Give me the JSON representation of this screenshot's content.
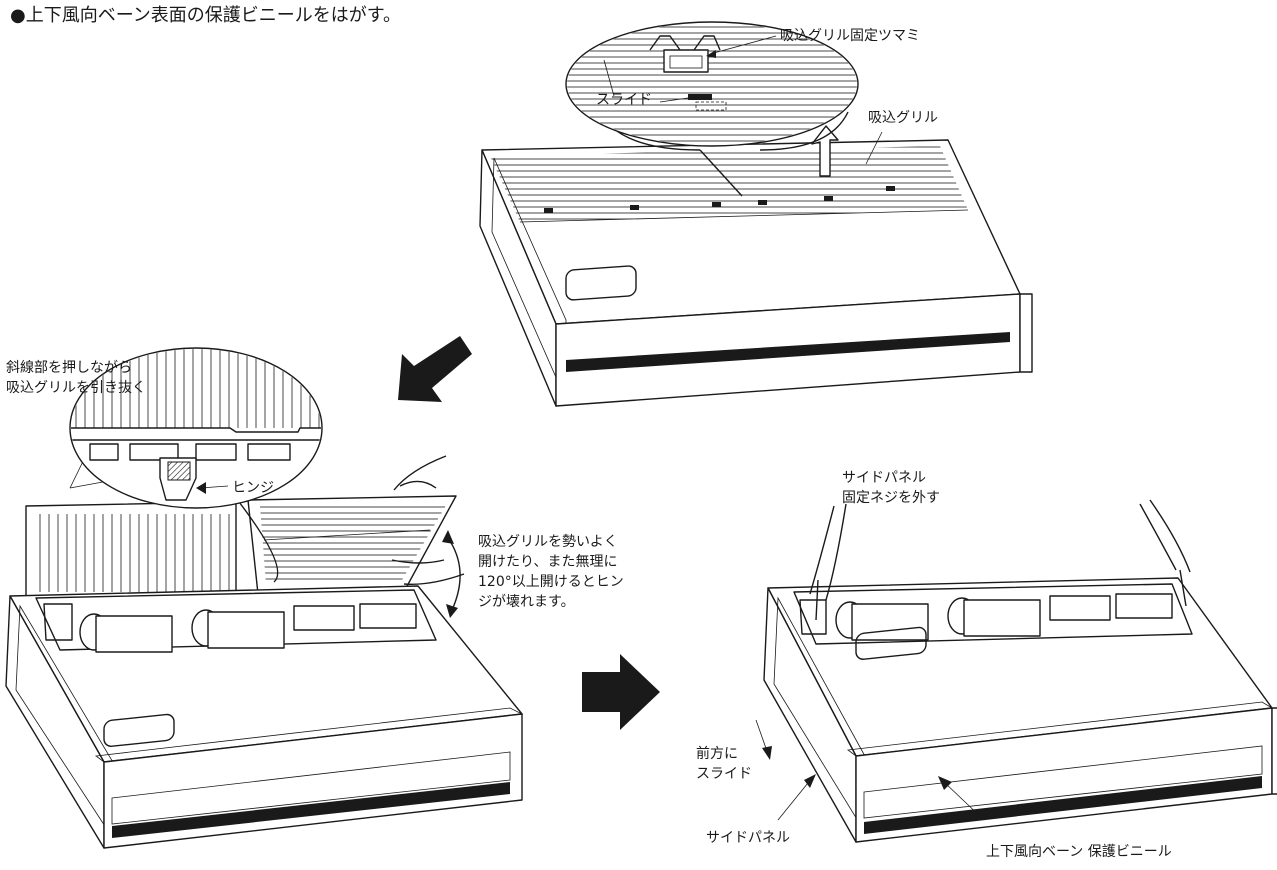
{
  "instruction": "●上下風向ベーン表面の保護ビニールをはがす。",
  "callouts": {
    "knob": "吸込グリル固定ツマミ",
    "slide": "スライド",
    "grille": "吸込グリル",
    "push": "斜線部を押しながら\n吸込グリルを引き抜く",
    "hinge": "ヒンジ",
    "caution": "吸込グリルを勢いよく\n開けたり、また無理に\n120°以上開けるとヒン\nジが壊れます。",
    "screw": "サイドパネル\n固定ネジを外す",
    "forward": "前方に\nスライド",
    "panel": "サイドパネル",
    "vinyl": "上下風向ベーン 保護ビニール"
  }
}
